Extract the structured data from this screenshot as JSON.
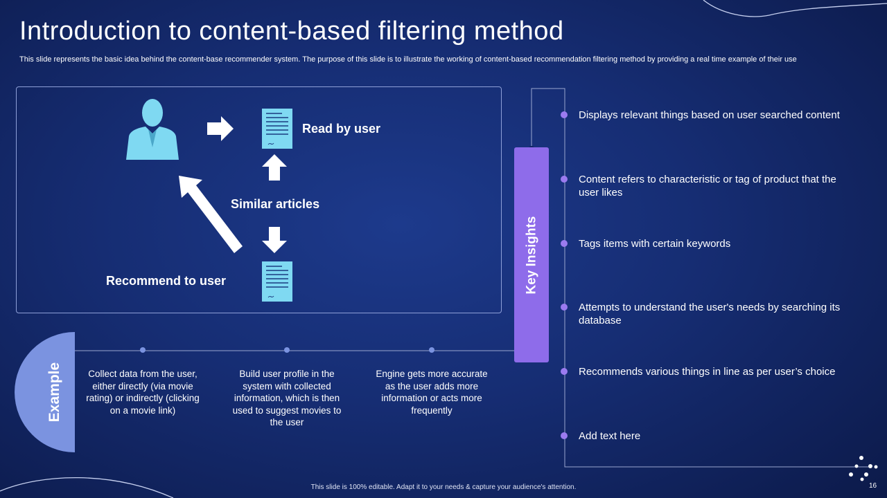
{
  "title": "Introduction to content-based filtering method",
  "subtitle": "This slide represents the basic idea behind the content-base recommender system. The purpose of this slide is to illustrate the working of content-based recommendation filtering method by providing a real time example of their use",
  "diagram": {
    "read_by_user": "Read by user",
    "similar_articles": "Similar articles",
    "recommend_to_user": "Recommend to user"
  },
  "key_insights": {
    "label": "Key Insights",
    "items": [
      "Displays relevant things based on user searched content",
      "Content refers to characteristic or tag of product that the user likes",
      "Tags items with certain keywords",
      "Attempts to understand  the user's needs by searching its database",
      "Recommends various things in line as per user’s choice",
      "Add text here"
    ]
  },
  "example": {
    "label": "Example",
    "steps": [
      "Collect data from the user, either directly (via movie rating) or indirectly (clicking on a movie link)",
      "Build user profile in the system with collected information, which is then used to suggest movies to the user",
      "Engine gets more accurate as the user adds more information or acts more frequently"
    ]
  },
  "footer": "This slide is 100% editable. Adapt it to your needs & capture your audience's attention.",
  "page_number": "16",
  "colors": {
    "background": "#162d73",
    "accent_purple": "#8e6cea",
    "example_blue": "#7b93e0",
    "icon_cyan": "#7fd9f2"
  },
  "icons": [
    "user-icon",
    "document-icon",
    "arrow-right-icon",
    "arrow-up-icon",
    "arrow-down-icon",
    "diagonal-arrow-icon"
  ]
}
